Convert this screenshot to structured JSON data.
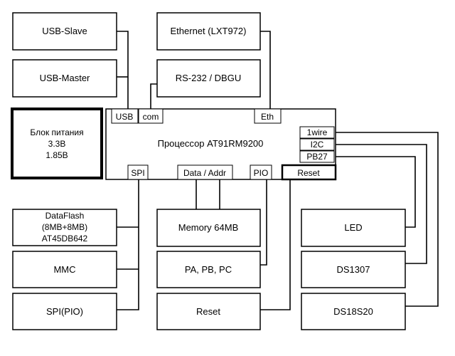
{
  "blocks": {
    "usb_slave": "USB-Slave",
    "usb_master": "USB-Master",
    "power": [
      "Блок питания",
      "3.3В",
      "1.85В"
    ],
    "ethernet": "Ethernet (LXT972)",
    "rs232": "RS-232 / DBGU",
    "processor": "Процессор AT91RM9200",
    "dataflash": [
      "DataFlash",
      "(8MB+8MB)",
      "AT45DB642"
    ],
    "mmc": "MMC",
    "spi_pio": "SPI(PIO)",
    "memory": "Memory 64MB",
    "gpio": "PA, PB, PC",
    "reset_block": "Reset",
    "led": "LED",
    "ds1307": "DS1307",
    "ds18s20": "DS18S20"
  },
  "ports": {
    "usb": "USB",
    "com": "com",
    "eth": "Eth",
    "onewire": "1wire",
    "i2c": "I2C",
    "pb27": "PB27",
    "spi": "SPI",
    "data_addr": "Data / Addr",
    "pio": "PIO",
    "reset": "Reset"
  }
}
